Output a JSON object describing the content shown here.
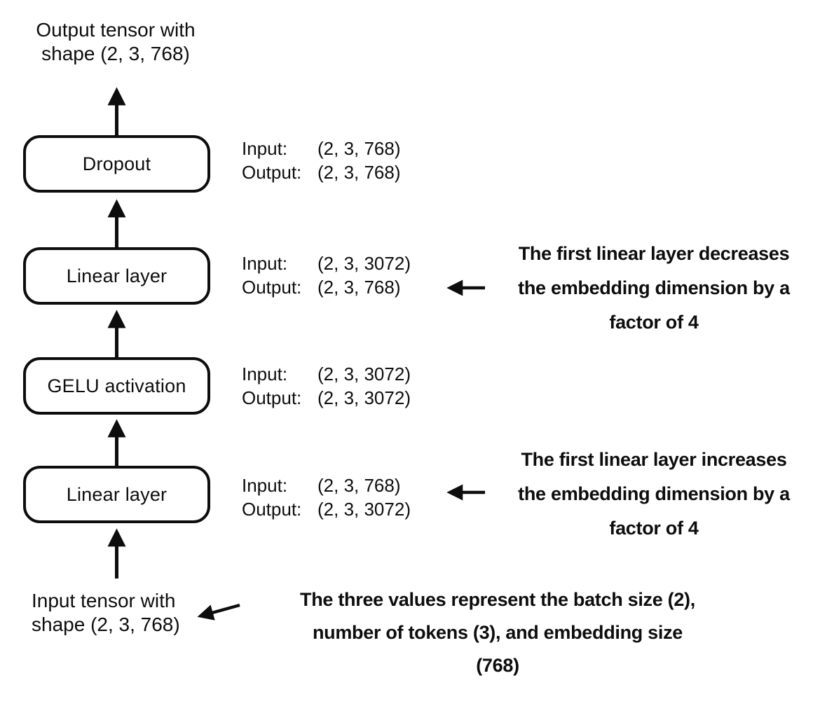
{
  "captions": {
    "top": {
      "line1": "Output tensor with",
      "line2": "shape (2, 3, 768)"
    },
    "bottom": {
      "line1": "Input tensor with",
      "line2": "shape (2, 3, 768)"
    }
  },
  "layers": [
    {
      "name": "Dropout",
      "input_label": "Input:",
      "input_shape": "(2, 3, 768)",
      "output_label": "Output:",
      "output_shape": "(2, 3, 768)"
    },
    {
      "name": "Linear layer",
      "input_label": "Input:",
      "input_shape": "(2, 3, 3072)",
      "output_label": "Output:",
      "output_shape": "(2, 3, 768)"
    },
    {
      "name": "GELU activation",
      "input_label": "Input:",
      "input_shape": "(2, 3, 3072)",
      "output_label": "Output:",
      "output_shape": "(2, 3, 3072)"
    },
    {
      "name": "Linear layer",
      "input_label": "Input:",
      "input_shape": "(2, 3, 768)",
      "output_label": "Output:",
      "output_shape": "(2, 3, 3072)"
    }
  ],
  "annotations": [
    {
      "line1": "The first linear layer decreases",
      "line2": "the embedding dimension by a",
      "line3": "factor of 4"
    },
    {
      "line1": "The first linear layer increases",
      "line2": "the embedding dimension by a",
      "line3": "factor of 4"
    },
    {
      "line1": "The three values represent the batch size (2),",
      "line2": "number of tokens (3), and embedding size",
      "line3": "(768)"
    }
  ],
  "colors": {
    "ink": "#0d0d0d",
    "background": "#ffffff"
  }
}
